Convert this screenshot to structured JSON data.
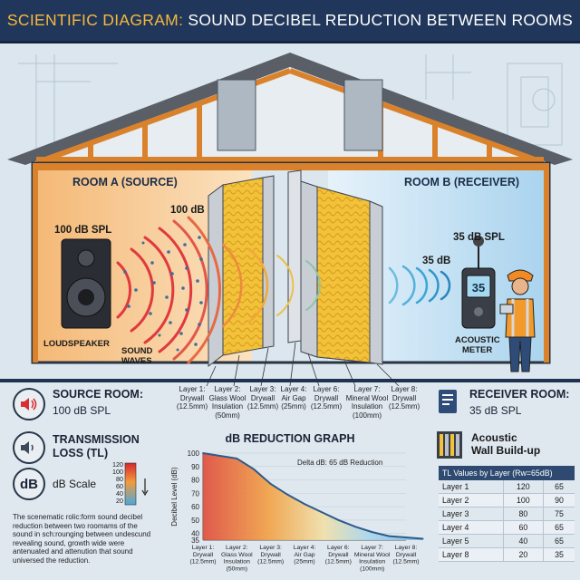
{
  "header": {
    "title_prefix": "SCIENTIFIC DIAGRAM:",
    "title_main": "SOUND DECIBEL REDUCTION BETWEEN ROOMS"
  },
  "room_a": {
    "title": "ROOM A (SOURCE)",
    "source_level": "100 dB SPL",
    "wave_level": "100 dB",
    "speaker_label": "LOUDSPEAKER",
    "waves_label_1": "SOUND",
    "waves_label_2": "WAVES"
  },
  "room_b": {
    "title": "ROOM B (RECEIVER)",
    "receiver_level": "35 dB SPL",
    "wave_level": "35 dB",
    "meter_display": "35",
    "meter_label_1": "ACOUSTIC",
    "meter_label_2": "METER"
  },
  "layers": [
    {
      "lines": [
        "Layer 1:",
        "Drywall",
        "(12.5mm)"
      ]
    },
    {
      "lines": [
        "Layer 2:",
        "Glass Wool",
        "Insulation",
        "(50mm)"
      ]
    },
    {
      "lines": [
        "Layer 3:",
        "Drywall",
        "(12.5mm)"
      ]
    },
    {
      "lines": [
        "Layer 4:",
        "Air Gap",
        "(25mm)"
      ]
    },
    {
      "lines": [
        "Layer 6:",
        "Drywall",
        "(12.5mm)"
      ]
    },
    {
      "lines": [
        "Layer 7:",
        "Mineral Wool",
        "Insulation",
        "(100mm)"
      ]
    },
    {
      "lines": [
        "Layer 8:",
        "Drywall",
        "(12.5mm)"
      ]
    }
  ],
  "source_room": {
    "title": "SOURCE ROOM:",
    "value": "100 dB SPL"
  },
  "transmission": {
    "title_1": "TRANSMISSION",
    "title_2": "LOSS (TL)"
  },
  "db_scale": {
    "icon_text": "dB",
    "label": "dB Scale",
    "ticks": [
      "120",
      "100",
      "80",
      "60",
      "40",
      "20"
    ]
  },
  "description": "The scenematic rolic:form sound decibel reduction between two roomams of the sound in sch:rounging between undescund revealing sound, growth wide were antenuated and attenution that sound universed the reduction.",
  "receiver_room": {
    "title": "RECEIVER ROOM:",
    "value": "35 dB SPL"
  },
  "wall_buildup": {
    "title_1": "Acoustic",
    "title_2": "Wall Build-up"
  },
  "tl_table": {
    "header": "TL Values by Layer (Rw=65dB)",
    "rows": [
      [
        "Layer 1",
        "120",
        "65"
      ],
      [
        "Layer 2",
        "100",
        "90"
      ],
      [
        "Layer 3",
        "80",
        "75"
      ],
      [
        "Layer 4",
        "60",
        "65"
      ],
      [
        "Layer 5",
        "40",
        "65"
      ],
      [
        "Layer 8",
        "20",
        "35"
      ]
    ]
  },
  "chart_data": {
    "type": "area",
    "title": "dB REDUCTION GRAPH",
    "ylabel": "Decibel Level (dB)",
    "xlabel": "",
    "annotation": "Delta dB: 65 dB Reduction",
    "ylim": [
      35,
      100
    ],
    "yticks": [
      100,
      90,
      80,
      70,
      60,
      50,
      40,
      35
    ],
    "categories": [
      [
        "Layer 1:",
        "Drywall",
        "(12.5mm)"
      ],
      [
        "Layer 2:",
        "Glass Wool",
        "Insulation",
        "(50mm)"
      ],
      [
        "Layer 3:",
        "Drywall",
        "(12.5mm)"
      ],
      [
        "Layer 4:",
        "Air Gap",
        "(25mm)"
      ],
      [
        "Layer 6:",
        "Drywall",
        "(12.5mm)"
      ],
      [
        "Layer 7:",
        "Mineral Wool",
        "Insulation",
        "(100mm)"
      ],
      [
        "Layer 8:",
        "Drywall",
        "(12.5mm)"
      ]
    ],
    "x": [
      0,
      0.5,
      1,
      1.5,
      2,
      2.5,
      3,
      3.5,
      4,
      4.5,
      5,
      5.5,
      6,
      6.5
    ],
    "values": [
      100,
      98,
      96,
      88,
      77,
      69,
      62,
      56,
      50,
      45,
      41,
      38,
      37,
      36
    ],
    "grid": true
  },
  "colors": {
    "banner": "#20365a",
    "accent": "#f6b93b",
    "room_a": "#f7c98f",
    "room_b": "#bfdcef",
    "wave_hot": "#e0393e",
    "wave_cool": "#3aa6d8",
    "curve": "#2f5a8a"
  }
}
